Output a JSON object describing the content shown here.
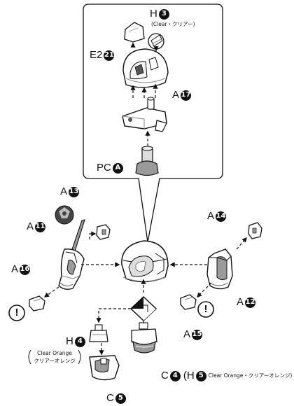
{
  "callout": {
    "part_h3": {
      "code": "H",
      "num": "3"
    },
    "h3_note": "(Clear・クリアー)",
    "part_e2_21": {
      "code": "E2",
      "num": "21"
    },
    "part_a17": {
      "code": "A",
      "num": "17"
    },
    "part_pc_a": {
      "code": "PC",
      "num": "A"
    }
  },
  "left": {
    "part_a13": {
      "code": "A",
      "num": "13"
    },
    "part_a11": {
      "code": "A",
      "num": "11"
    },
    "part_a16": {
      "code": "A",
      "num": "16"
    },
    "caution_mark": "!"
  },
  "right": {
    "part_a14": {
      "code": "A",
      "num": "14"
    },
    "part_a12": {
      "code": "A",
      "num": "12"
    },
    "part_a15": {
      "code": "A",
      "num": "15"
    },
    "caution_mark": "!"
  },
  "bottom": {
    "part_h4": {
      "code": "H",
      "num": "4"
    },
    "h4_note_line1": "Clear Orange",
    "h4_note_line2": "クリアーオレンジ",
    "part_c5": {
      "code": "C",
      "num": "5"
    },
    "part_c4": {
      "code": "C",
      "num": "4"
    },
    "c4_alt_open": "(H",
    "c4_alt_num": "5",
    "c4_alt_note": "Clear Orange・クリアーオレンジ)"
  },
  "colors": {
    "line": "#111111",
    "part_fill": "#ffffff",
    "part_shade": "#9a9a9a",
    "badge_fill": "#111111",
    "badge_text": "#ffffff"
  }
}
